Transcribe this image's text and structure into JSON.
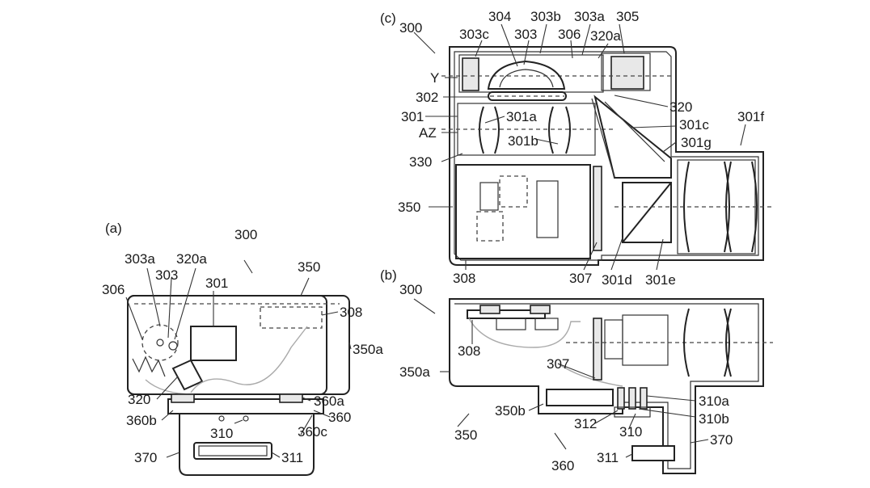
{
  "panels": {
    "a": {
      "tag": "(a)"
    },
    "b": {
      "tag": "(b)"
    },
    "c": {
      "tag": "(c)"
    }
  },
  "labels": {
    "a": [
      "300",
      "303a",
      "320a",
      "303",
      "306",
      "301",
      "350",
      "308",
      "350a",
      "320",
      "360a",
      "360b",
      "360",
      "310",
      "360c",
      "370",
      "311"
    ],
    "b": [
      "300",
      "308",
      "307",
      "350a",
      "350b",
      "350",
      "310a",
      "310b",
      "312",
      "310",
      "370",
      "360",
      "311"
    ],
    "c": [
      "300",
      "304",
      "303b",
      "303a",
      "305",
      "303c",
      "303",
      "306",
      "320a",
      "Y",
      "302",
      "320",
      "301",
      "301a",
      "301c",
      "301f",
      "AZ",
      "301b",
      "301g",
      "330",
      "350",
      "308",
      "307",
      "301d",
      "301e"
    ]
  }
}
